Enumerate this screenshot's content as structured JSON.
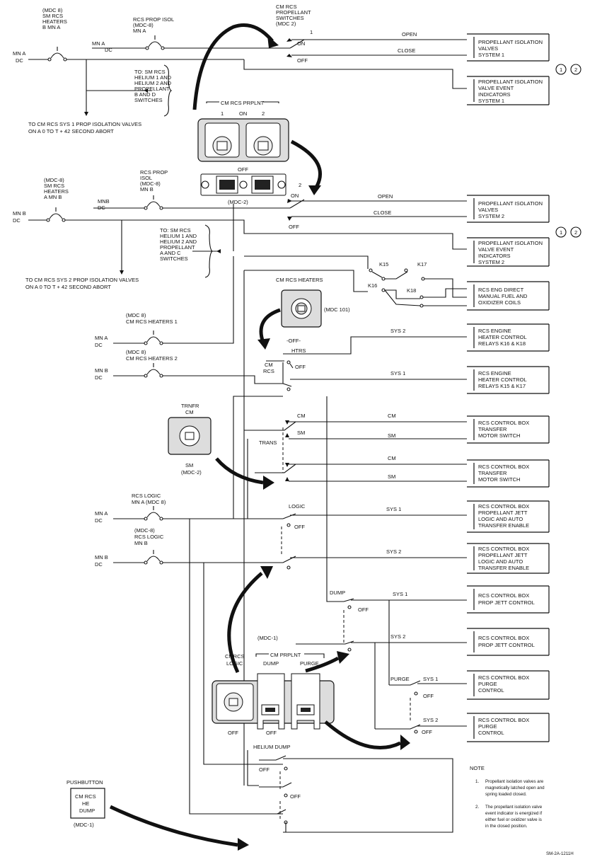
{
  "left_labels": {
    "mn_a": "MN A",
    "dc": "DC",
    "mn_b": "MN B",
    "mnb": "MNB",
    "mn_a_dc": "MN A DC"
  },
  "breakers": {
    "b1_lines": [
      "(MDC 8)",
      "SM RCS",
      "HEATERS",
      "B MN A"
    ],
    "b2_lines": [
      "RCS PROP ISOL",
      "(MDC-8)",
      "MN A"
    ],
    "b3_lines": [
      "(MDC-8)",
      "SM RCS",
      "HEATERS",
      "A MN B"
    ],
    "b4_lines": [
      "RCS PROP",
      "ISOL",
      "(MDC-8)",
      "MN B"
    ],
    "b5_lines": [
      "(MDC 8)",
      "CM RCS HEATERS 1"
    ],
    "b6_lines": [
      "(MDC 8)",
      "CM RCS HEATERS 2"
    ],
    "b7_lines": [
      "RCS LOGIC",
      "MN A (MDC 8)"
    ],
    "b8_lines": [
      "(MDC-8)",
      "RCS LOGIC",
      "MN B"
    ]
  },
  "notes_top": {
    "to_sm_1": [
      "TO: SM RCS",
      "HELIUM 1 AND",
      "HELIUM 2 AND",
      "PROPELLANT",
      "B AND D",
      "SWITCHES"
    ],
    "to_sm_2": [
      "TO: SM RCS",
      "HELIUM 1 AND",
      "HELIUM 2 AND",
      "PROPELLANT",
      "A AND C",
      "SWITCHES"
    ],
    "to_cm_1": [
      "TO CM RCS SYS 1 PROP ISOLATION VALVES",
      "ON A 0 TO T + 42 SECOND ABORT"
    ],
    "to_cm_2": [
      "TO CM RCS SYS 2 PROP ISOLATION VALVES",
      "ON A 0 TO T + 42 SECOND ABORT"
    ]
  },
  "panels": {
    "prop_switches_lines": [
      "CM RCS",
      "PROPELLANT",
      "SWITCHES",
      "(MDC 2)"
    ],
    "prpl_title": "CM RCS PRPLNT",
    "prpl_1": "1",
    "prpl_on": "ON",
    "prpl_2": "2",
    "prpl_off": "OFF",
    "mdc2": "(MDC-2)",
    "heaters_title": "CM RCS HEATERS",
    "mdc101": "(MDC 101)",
    "heaters_off": "-OFF-",
    "trnfr_lines": [
      "TRNFR",
      "CM"
    ],
    "trnfr_sm": "SM",
    "trnfr_mdc": "(MDC-2)",
    "mdc1": "(MDC-1)",
    "cmrcs_logic_lines": [
      "CMRCS",
      "LOGIC"
    ],
    "cm_prplnt": "CM PRPLNT",
    "dump": "DUMP",
    "purge": "PURGE",
    "off_a": "OFF",
    "off_b": "OFF",
    "pushbutton": "PUSHBUTTON",
    "pb_lines": [
      "CM RCS",
      "HE",
      "DUMP"
    ],
    "pb_mdc": "(MDC-1)"
  },
  "switch_labels": {
    "one": "1",
    "two": "2",
    "on": "ON",
    "off": "OFF",
    "open": "OPEN",
    "close": "CLOSE",
    "htrs": "HTRS",
    "cm_rcs_lines": [
      "CM",
      "RCS"
    ],
    "cm": "CM",
    "sm": "SM",
    "trans": "TRANS",
    "logic": "LOGIC",
    "sys1": "SYS 1",
    "sys2": "SYS 2",
    "dump": "DUMP",
    "purge": "PURGE",
    "helium_dump": "HELIUM DUMP",
    "k15": "K15",
    "k16": "K16",
    "k17": "K17",
    "k18": "K18"
  },
  "boxes": [
    [
      "PROPELLANT ISOLATION",
      "VALVES",
      "SYSTEM 1"
    ],
    [
      "PROPELLANT ISOLATION",
      "VALVE EVENT",
      "INDICATORS",
      "SYSTEM 1"
    ],
    [
      "PROPELLANT ISOLATION",
      "VALVES",
      "SYSTEM 2"
    ],
    [
      "PROPELLANT ISOLATION",
      "VALVE EVENT",
      "INDICATORS",
      "SYSTEM 2"
    ],
    [
      "RCS ENG DIRECT",
      "MANUAL FUEL AND",
      "OXIDIZER COILS"
    ],
    [
      "RCS ENGINE",
      "HEATER CONTROL",
      "RELAYS K16 & K18"
    ],
    [
      "RCS ENGINE",
      "HEATER CONTROL",
      "RELAYS K15 & K17"
    ],
    [
      "RCS CONTROL BOX",
      "TRANSFER",
      "MOTOR SWITCH"
    ],
    [
      "RCS CONTROL BOX",
      "TRANSFER",
      "MOTOR SWITCH"
    ],
    [
      "RCS CONTROL BOX",
      "PROPELLANT JETT",
      "LOGIC AND AUTO",
      "TRANSFER ENABLE"
    ],
    [
      "RCS CONTROL BOX",
      "PROPELLANT JETT",
      "LOGIC AND AUTO",
      "TRANSFER ENABLE"
    ],
    [
      "RCS CONTROL BOX",
      "PROP JETT CONTROL"
    ],
    [
      "RCS CONTROL BOX",
      "PROP JETT CONTROL"
    ],
    [
      "RCS CONTROL BOX",
      "PURGE",
      "CONTROL"
    ],
    [
      "RCS CONTROL BOX",
      "PURGE",
      "CONTROL"
    ]
  ],
  "circle_refs": [
    "1",
    "2"
  ],
  "note": {
    "title": "NOTE",
    "n1_num": "1.",
    "n1_lines": [
      "Propellant isolation valves are",
      "magnetically latched open and",
      "spring loaded closed."
    ],
    "n2_num": "2.",
    "n2_lines": [
      "The propellant isolation valve",
      "event indicator is energized if",
      "either fuel or oxidizer valve is",
      "in the closed position."
    ]
  },
  "figure_id": "SM-2A-1211H"
}
